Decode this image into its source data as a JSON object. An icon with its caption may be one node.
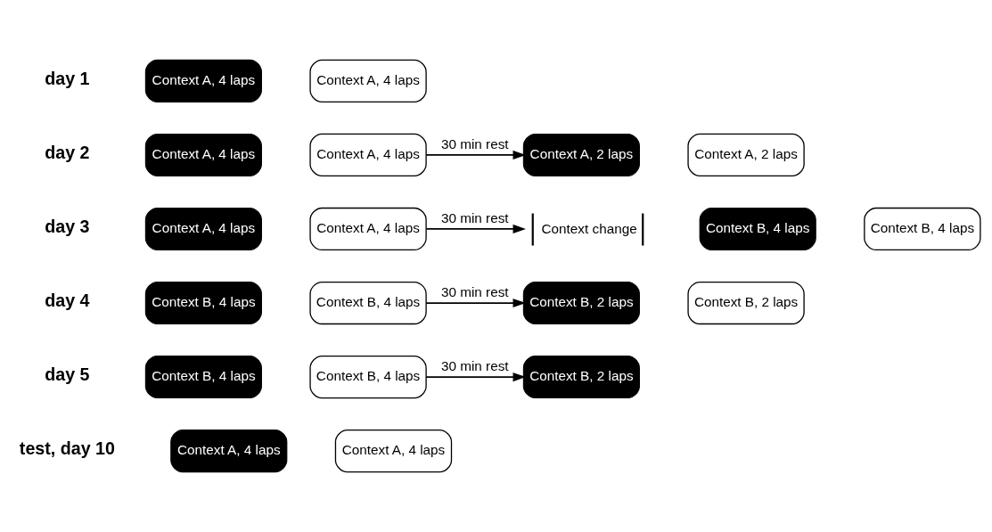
{
  "diagram": {
    "nodes": [
      {
        "text": [
          "Context A, 4 laps"
        ]
      },
      {
        "text": [
          "Context A, 4 laps"
        ]
      },
      {
        "text": [
          "Context A, 4 laps"
        ]
      },
      {
        "text": [
          "Context A, 4 laps"
        ]
      },
      {
        "text": [
          "Context A, 2 laps"
        ]
      },
      {
        "text": [
          "Context A, 2 laps"
        ]
      },
      {
        "text": [
          "Context A, 4 laps"
        ]
      },
      {
        "text": [
          "Context A, 4 laps"
        ]
      },
      {
        "text": [
          "Context change"
        ]
      },
      {
        "text": [
          "Context B, 4 laps"
        ]
      },
      {
        "text": [
          "Context B, 4 laps"
        ]
      },
      {
        "text": [
          "Context B, 4 laps"
        ]
      },
      {
        "text": [
          "Context B, 4 laps"
        ]
      },
      {
        "text": [
          "Context B, 2 laps"
        ]
      },
      {
        "text": [
          "Context B, 2 laps"
        ]
      },
      {
        "text": [
          "Context B, 4 laps"
        ]
      },
      {
        "text": [
          "Context B, 4 laps"
        ]
      },
      {
        "text": [
          "Context B, 2 laps"
        ]
      },
      {
        "text": [
          "Context A, 4 laps"
        ]
      },
      {
        "text": [
          "Context A, 4 laps"
        ]
      }
    ],
    "edges": [
      {
        "from": 3,
        "to": 4,
        "arrow": "to",
        "label": "30 min rest"
      },
      {
        "from": 7,
        "to": 8,
        "arrow": "to",
        "label": "30 min rest"
      },
      {
        "from": 12,
        "to": 13,
        "arrow": "to",
        "label": "30 min rest"
      },
      {
        "from": 16,
        "to": 17,
        "arrow": "to",
        "label": "30 min rest"
      }
    ],
    "labels": [
      "day 1",
      "day 2",
      "day 3",
      "day 4",
      "day 5",
      "test, day 10"
    ]
  }
}
